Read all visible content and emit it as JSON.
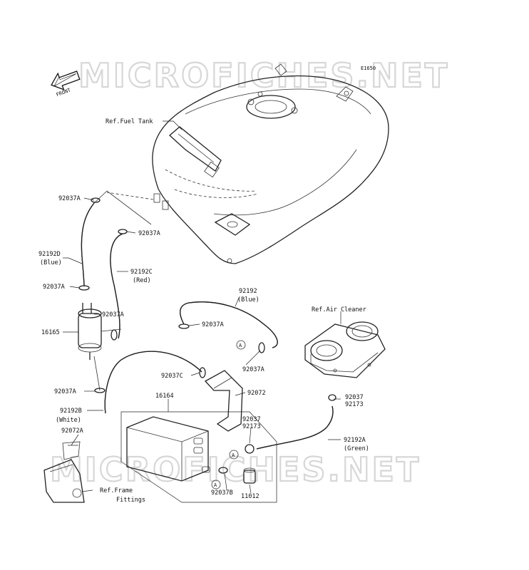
{
  "diagram_code": "E1650",
  "front_label": "FRONT",
  "watermarks": [
    "MICROFICHES.NET",
    "MICROFICHES.NET"
  ],
  "callout_marker": "A",
  "labels": {
    "ref_fuel_tank": "Ref.Fuel Tank",
    "p92037A_1": "92037A",
    "p92037A_2": "92037A",
    "p92192D": "92192D",
    "p92192D_color": "(Blue)",
    "p92192C": "92192C",
    "p92192C_color": "(Red)",
    "p92037A_3": "92037A",
    "p92037A_4": "92037A",
    "p16165": "16165",
    "p92192": "92192",
    "p92192_color": "(Blue)",
    "p92037A_5": "92037A",
    "ref_air_cleaner": "Ref.Air Cleaner",
    "p92037A_6": "92037A",
    "p92037C": "92037C",
    "p92072": "92072",
    "p92037A_7": "92037A",
    "p92192B": "92192B",
    "p92192B_color": "(White)",
    "p16164": "16164",
    "p92037_a": "92037",
    "p92173_a": "92173",
    "p92037_b": "92037",
    "p92173_b": "92173",
    "p92072A": "92072A",
    "p92192A": "92192A",
    "p92192A_color": "(Green)",
    "ref_frame": "Ref.Frame",
    "ref_frame_2": "Fittings",
    "p92037B": "92037B",
    "p11012": "11012"
  }
}
